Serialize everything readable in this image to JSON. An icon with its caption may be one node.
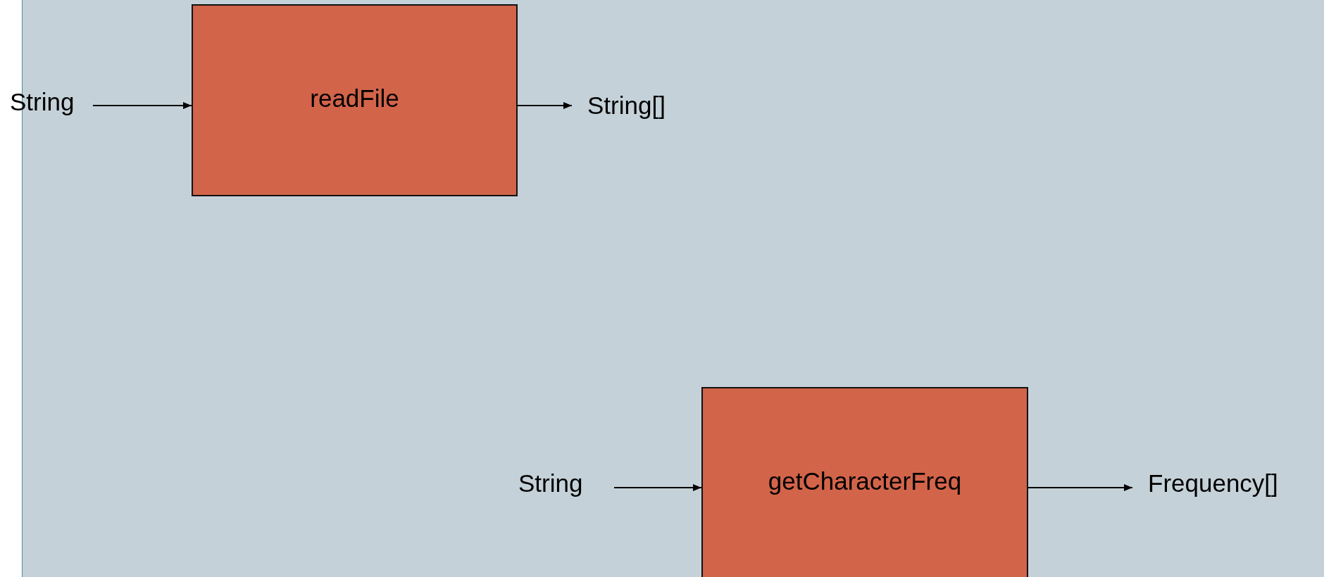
{
  "diagram": {
    "nodes": [
      {
        "text": [
          "String"
        ]
      },
      {
        "text": [
          "readFile"
        ]
      },
      {
        "text": [
          "String[]"
        ]
      },
      {
        "text": [
          "String"
        ]
      },
      {
        "text": [
          "getCharacterFreq"
        ]
      },
      {
        "text": [
          "Frequency[]"
        ]
      }
    ],
    "edges": [
      {
        "from": 0,
        "to": 1,
        "arrow": "to"
      },
      {
        "from": 1,
        "to": 2,
        "arrow": "to"
      },
      {
        "from": 3,
        "to": 4,
        "arrow": "to"
      },
      {
        "from": 4,
        "to": 5,
        "arrow": "to"
      }
    ]
  }
}
